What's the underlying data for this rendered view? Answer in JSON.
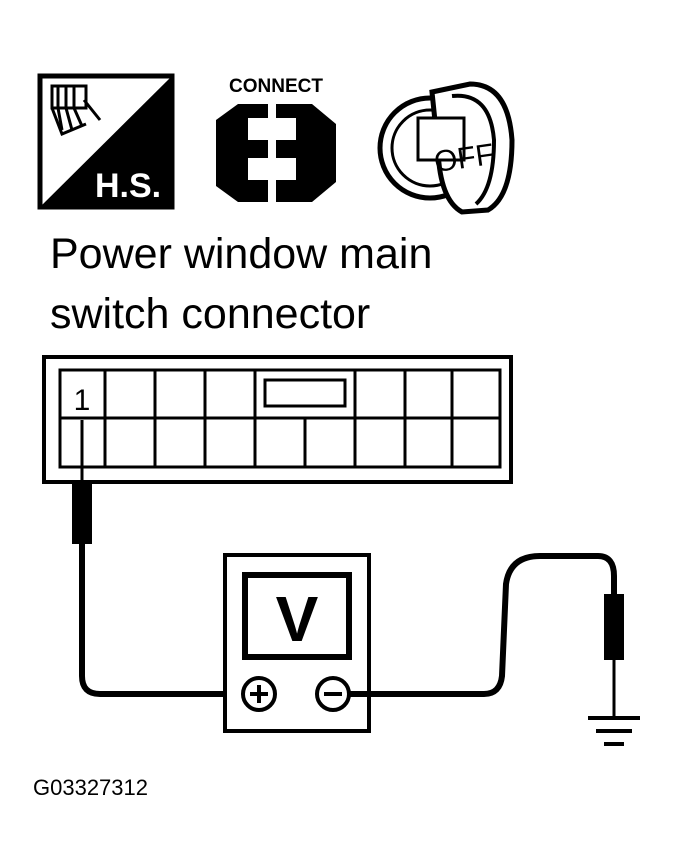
{
  "icons": {
    "harness_label": "H.S.",
    "connect_label": "CONNECT",
    "ignition_label": "OFF",
    "harness_icon": "harness-sensor-icon",
    "connect_icon": "connector-plug-icon",
    "ignition_icon": "ignition-key-off-icon"
  },
  "title": {
    "line1": "Power window main",
    "line2": "switch connector"
  },
  "connector": {
    "pin_label": "1"
  },
  "meter": {
    "label": "V",
    "positive_symbol": "+",
    "negative_symbol": "−"
  },
  "figure_id": "G03327312"
}
